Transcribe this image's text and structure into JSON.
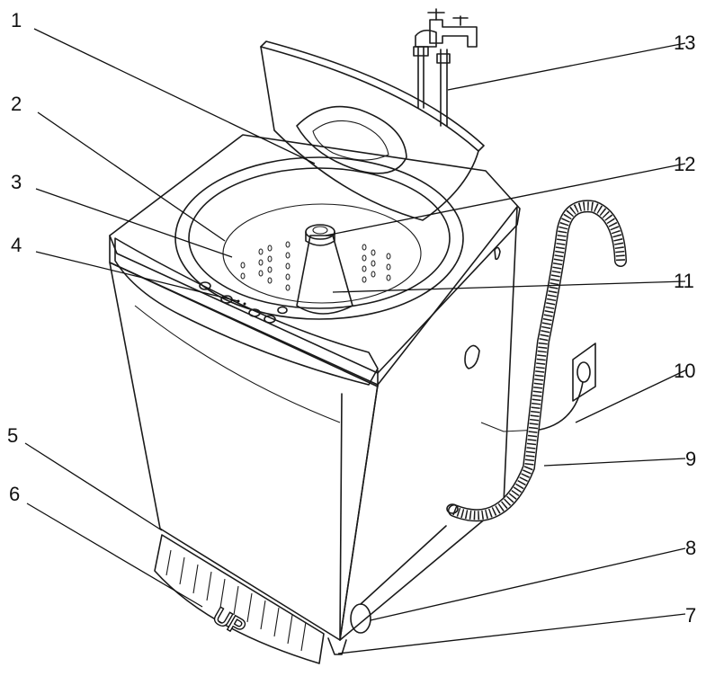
{
  "callouts": [
    {
      "id": 1,
      "label": "1"
    },
    {
      "id": 2,
      "label": "2"
    },
    {
      "id": 3,
      "label": "3"
    },
    {
      "id": 4,
      "label": "4"
    },
    {
      "id": 5,
      "label": "5"
    },
    {
      "id": 6,
      "label": "6"
    },
    {
      "id": 7,
      "label": "7"
    },
    {
      "id": 8,
      "label": "8"
    },
    {
      "id": 9,
      "label": "9"
    },
    {
      "id": 10,
      "label": "10"
    },
    {
      "id": 11,
      "label": "11"
    },
    {
      "id": 12,
      "label": "12"
    },
    {
      "id": 13,
      "label": "13"
    }
  ],
  "base_text": "UP"
}
